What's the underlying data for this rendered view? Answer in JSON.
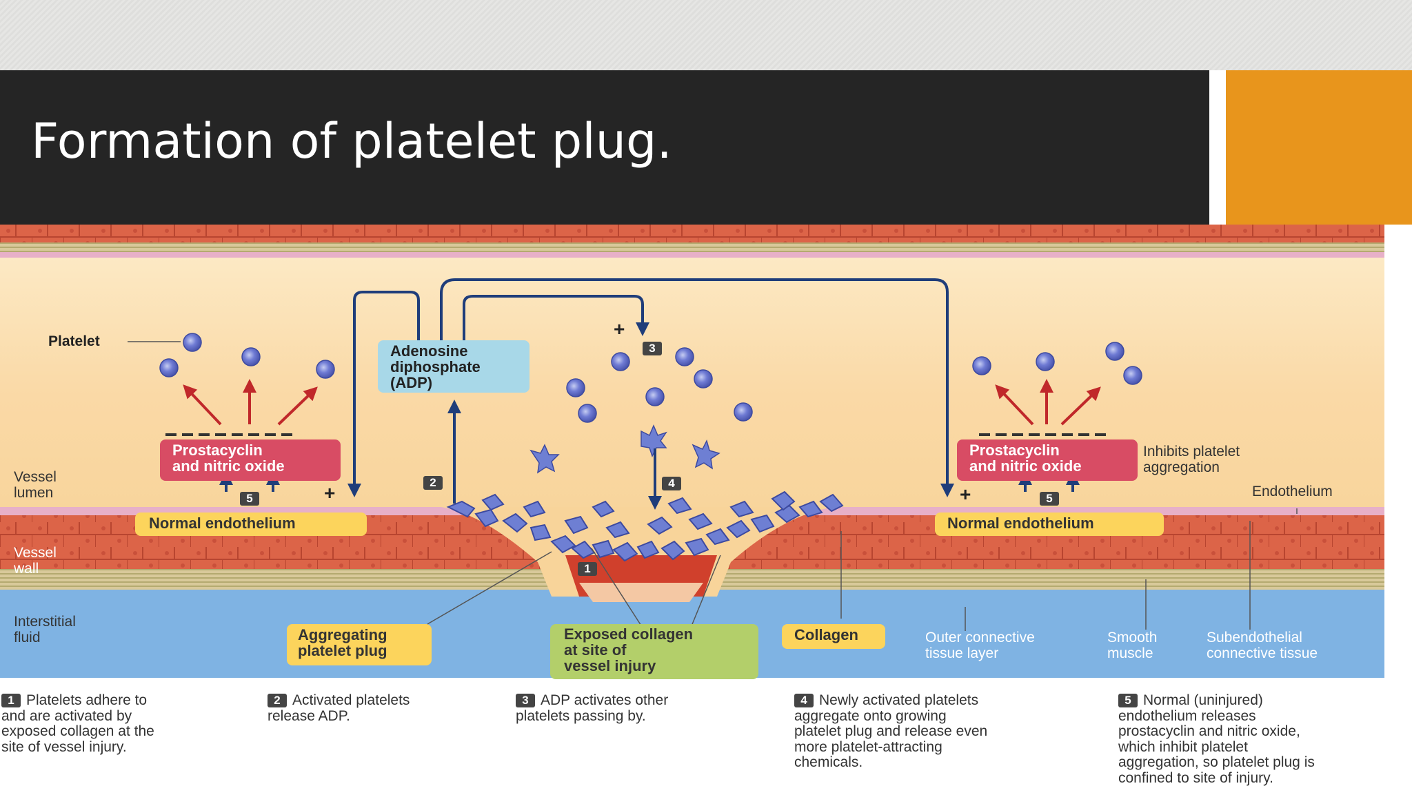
{
  "slide": {
    "title": "Formation of platelet plug.",
    "accent_color": "#e8951c",
    "title_bar_color": "#252525"
  },
  "diagram": {
    "labels": {
      "platelet": "Platelet",
      "vessel_lumen": "Vessel\nlumen",
      "vessel_wall": "Vessel\nwall",
      "interstitial_fluid": "Interstitial\nfluid",
      "adp": "Adenosine\ndiphosphate\n(ADP)",
      "prostacyclin_left": "Prostacyclin\nand nitric oxide",
      "prostacyclin_right": "Prostacyclin\nand nitric oxide",
      "normal_endothelium_left": "Normal endothelium",
      "normal_endothelium_right": "Normal endothelium",
      "inhibits": "Inhibits platelet\naggregation",
      "endothelium": "Endothelium",
      "aggregating_plug": "Aggregating\nplatelet plug",
      "exposed_collagen": "Exposed collagen\nat site of\nvessel injury",
      "collagen": "Collagen",
      "outer_layer": "Outer connective\ntissue layer",
      "smooth_muscle": "Smooth\nmuscle",
      "subendothelial": "Subendothelial\nconnective tissue",
      "plus": "+",
      "steps": [
        "1",
        "2",
        "3",
        "4",
        "5"
      ]
    },
    "captions": [
      {
        "num": "1",
        "text": "Platelets adhere to\nand are activated by\nexposed collagen at the\nsite of vessel injury."
      },
      {
        "num": "2",
        "text": "Activated platelets\nrelease ADP."
      },
      {
        "num": "3",
        "text": "ADP activates other\nplatelets passing by."
      },
      {
        "num": "4",
        "text": "Newly activated platelets\naggregate onto growing\nplatelet plug and release even\nmore platelet-attracting\nchemicals."
      },
      {
        "num": "5",
        "text": "Normal (uninjured)\nendothelium releases\nprostacyclin and nitric oxide,\nwhich inhibit platelet\naggregation, so platelet plug is\nconfined to site of injury."
      }
    ],
    "colors": {
      "lumen": "#fbe2b4",
      "muscle": "#dd6a4e",
      "fluid": "#7fb3e3",
      "yellow_box": "#fcd45c",
      "pink_box": "#d84c64",
      "adp_box": "#a8d8e8",
      "green_box": "#b3cf6a",
      "arrow_blue": "#1f3d7a",
      "arrow_red": "#c0282a"
    }
  }
}
